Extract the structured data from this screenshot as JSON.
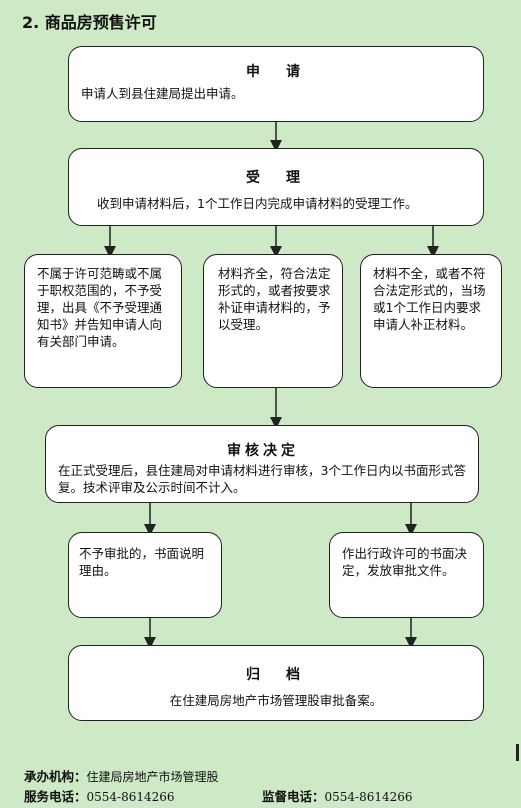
{
  "title": "2. 商品房预售许可",
  "steps": {
    "apply": {
      "head": "申　请",
      "body": "申请人到县住建局提出申请。"
    },
    "accept": {
      "head": "受　理",
      "body": "收到申请材料后，1个工作日内完成申请材料的受理工作。"
    },
    "branch_reject": {
      "body": "不属于许可范畴或不属于职权范围的，不予受理，出具《不予受理通知书》并告知申请人向有关部门申请。"
    },
    "branch_complete": {
      "body": "材料齐全，符合法定形式的，或者按要求补证申请材料的，予以受理。"
    },
    "branch_incomplete": {
      "body": "材料不全，或者不符合法定形式的，当场或1个工作日内要求申请人补正材料。"
    },
    "review": {
      "head": "审核决定",
      "body": "在正式受理后，县住建局对申请材料进行审核，3个工作日内以书面形式答复。技术评审及公示时间不计入。"
    },
    "deny": {
      "body": "不予审批的，书面说明理由。"
    },
    "approve": {
      "body": "作出行政许可的书面决定，发放审批文件。"
    },
    "archive": {
      "head": "归　档",
      "body": "在住建局房地产市场管理股审批备案。"
    }
  },
  "footer": {
    "agency_label": "承办机构：",
    "agency_value": "住建局房地产市场管理股",
    "service_label": "服务电话：",
    "service_phone": "0554-8614266",
    "supervise_label": "监督电话：",
    "supervise_phone": "0554-8614266"
  },
  "colors": {
    "background": "#cde9c5",
    "box": "#ffffff",
    "stroke": "#222222"
  }
}
